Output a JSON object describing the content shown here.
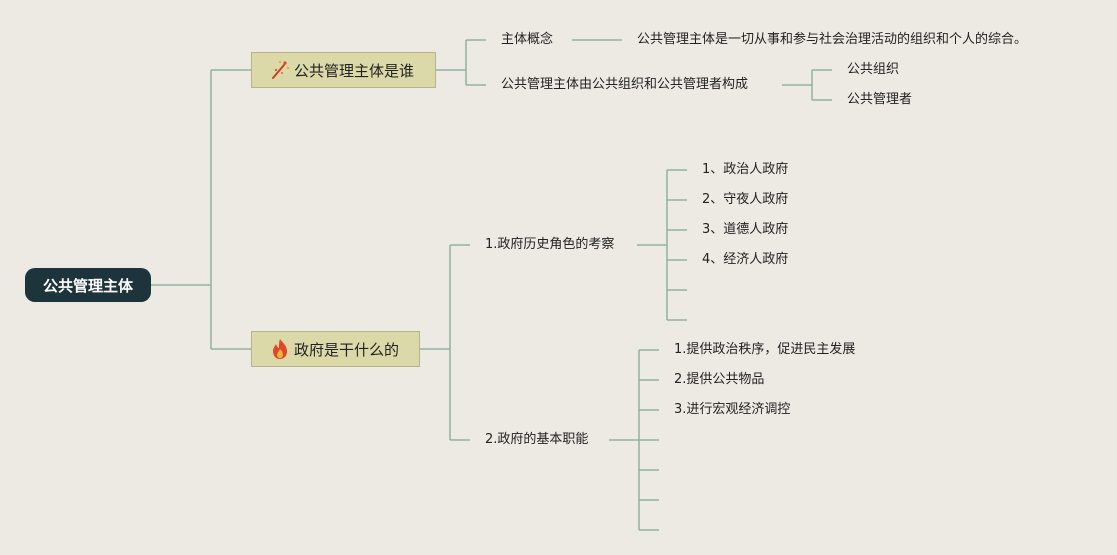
{
  "root": {
    "label": "公共管理主体"
  },
  "branches": [
    {
      "label": "公共管理主体是谁",
      "icon": "fireworks-icon",
      "children": [
        {
          "label": "主体概念",
          "children": [
            {
              "label": "公共管理主体是一切从事和参与社会治理活动的组织和个人的综合。"
            }
          ]
        },
        {
          "label": "公共管理主体由公共组织和公共管理者构成",
          "children": [
            {
              "label": "公共组织"
            },
            {
              "label": "公共管理者"
            }
          ]
        }
      ]
    },
    {
      "label": "政府是干什么的",
      "icon": "fire-icon",
      "children": [
        {
          "label": "1.政府历史角色的考察",
          "children": [
            {
              "label": "1、政治人政府"
            },
            {
              "label": "2、守夜人政府"
            },
            {
              "label": "3、道德人政府"
            },
            {
              "label": "4、经济人政府"
            },
            {
              "label": ""
            },
            {
              "label": ""
            }
          ]
        },
        {
          "label": "2.政府的基本职能",
          "children": [
            {
              "label": "1.提供政治秩序，促进民主发展"
            },
            {
              "label": "2.提供公共物品"
            },
            {
              "label": "3.进行宏观经济调控"
            },
            {
              "label": ""
            },
            {
              "label": ""
            },
            {
              "label": ""
            },
            {
              "label": ""
            }
          ]
        }
      ]
    }
  ],
  "colors": {
    "background": "#edeae3",
    "root_fill": "#1e343d",
    "branch_fill": "#dcd9a8",
    "line": "#8fb3a3",
    "fire": "#e5432b"
  }
}
